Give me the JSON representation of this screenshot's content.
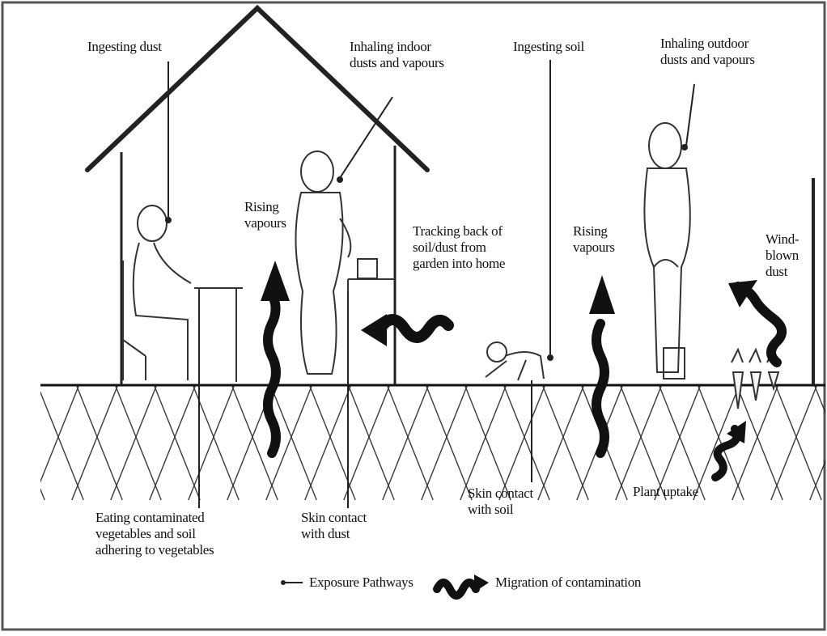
{
  "labels": {
    "ingesting_dust": "Ingesting dust",
    "inhaling_indoor": "Inhaling indoor\ndusts and vapours",
    "ingesting_soil": "Ingesting soil",
    "inhaling_outdoor": "Inhaling outdoor\ndusts and vapours",
    "rising_vapours_indoor": "Rising\nvapours",
    "tracking_back": "Tracking back of\nsoil/dust from\ngarden into home",
    "rising_vapours_outdoor": "Rising\nvapours",
    "wind_blown_dust": "Wind-\nblown\ndust",
    "eating_contaminated": "Eating contaminated\nvegetables and soil\nadhering to vegetables",
    "skin_contact_dust": "Skin contact\nwith dust",
    "skin_contact_soil": "Skin contact\nwith soil",
    "plant_uptake": "Plant uptake"
  },
  "legend": {
    "exposure_pathways": "Exposure Pathways",
    "migration": "Migration of contamination"
  }
}
